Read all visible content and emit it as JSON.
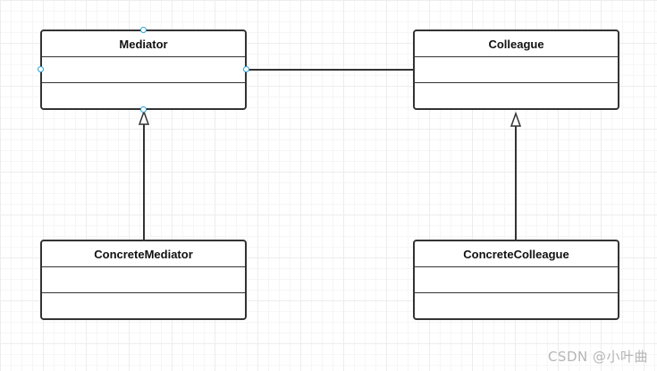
{
  "diagram": {
    "classes": {
      "mediator": {
        "name": "Mediator"
      },
      "colleague": {
        "name": "Colleague"
      },
      "concrete_mediator": {
        "name": "ConcreteMediator"
      },
      "concrete_colleague": {
        "name": "ConcreteColleague"
      }
    },
    "relations": [
      {
        "type": "association",
        "from": "Mediator",
        "to": "Colleague"
      },
      {
        "type": "generalization",
        "from": "ConcreteMediator",
        "to": "Mediator"
      },
      {
        "type": "generalization",
        "from": "ConcreteColleague",
        "to": "Colleague"
      }
    ]
  },
  "watermark": "CSDN @小叶曲",
  "colors": {
    "line": "#333333",
    "handle": "#29a3d6",
    "grid": "#ededed"
  }
}
